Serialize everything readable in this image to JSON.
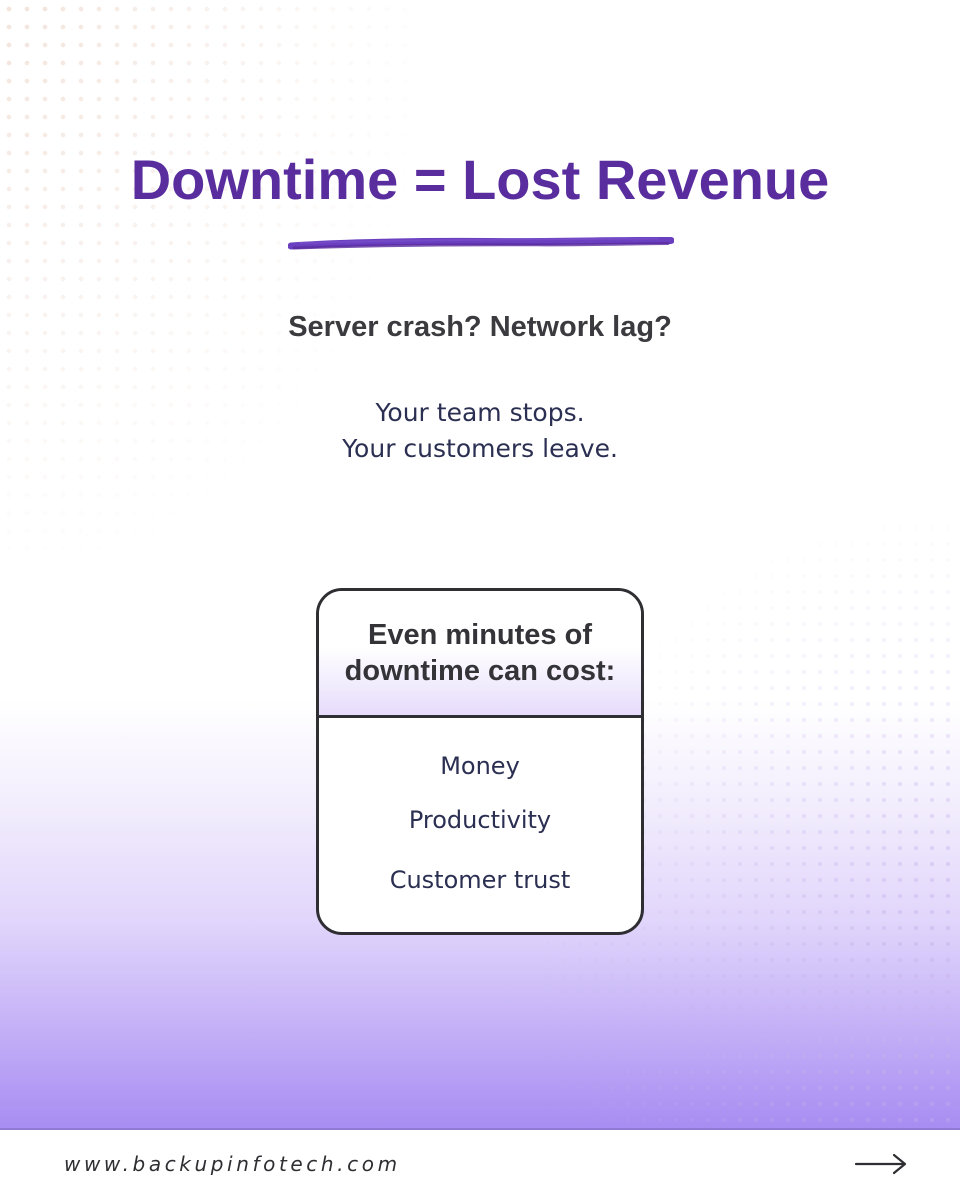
{
  "header": {
    "title": "Downtime = Lost Revenue",
    "subtitle": "Server crash? Network lag?"
  },
  "intro": {
    "lines": [
      "Your team stops.",
      "Your customers leave."
    ]
  },
  "card": {
    "title": "Even minutes of downtime can cost:",
    "items": [
      "Money",
      "Productivity",
      "Customer trust"
    ]
  },
  "footer": {
    "url": "www.backupinfotech.com",
    "next_icon": "arrow-right-icon"
  },
  "colors": {
    "title": "#5a2d9f",
    "accent": "#6a3fc0",
    "body_text": "#2b2f52",
    "dark_text": "#343438",
    "gradient_bottom": "#a88df2"
  }
}
